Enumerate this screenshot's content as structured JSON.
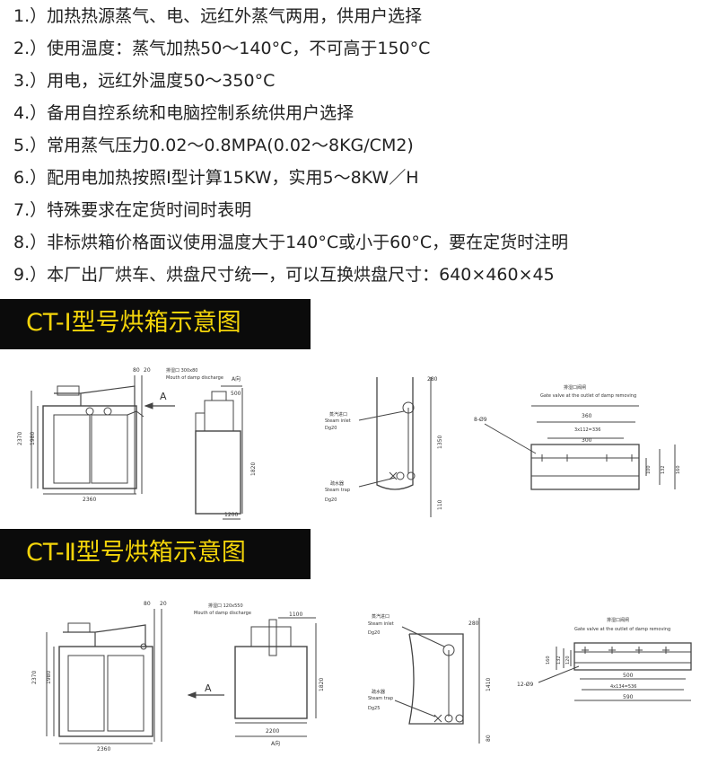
{
  "specs": [
    "1.）加热热源蒸气、电、远红外蒸气两用，供用户选择",
    "2.）使用温度：蒸气加热50～140°C，不可高于150°C",
    "3.）用电，远红外温度50～350°C",
    "4.）备用自控系统和电脑控制系统供用户选择",
    "5.）常用蒸气压力0.02～0.8MPA(0.02～8KG/CM2)",
    "6.）配用电加热按照I型计算15KW，实用5～8KW／H",
    "7.）特殊要求在定货时间时表明",
    "8.）非标烘箱价格面议使用温度大于140°C或小于60°C，要在定货时注明",
    "9.）本厂出厂烘车、烘盘尺寸统一，可以互换烘盘尺寸：640×460×45"
  ],
  "sections": [
    {
      "title": "CT-Ⅰ型号烘箱示意图",
      "labels": {
        "arrow": "A",
        "dim_top_a": "80",
        "dim_top_b": "20",
        "height_total": "2370",
        "height_body": "1980",
        "width_base": "2360",
        "vent_label": "排湿口 300x80",
        "vent_label_en": "Mouth of damp discharge",
        "view_a": "A向",
        "side_top_width": "500",
        "side_height": "1820",
        "side_width": "1200",
        "dim_280": "280",
        "steam_inlet": "蒸汽进口",
        "steam_inlet_en": "Steam inlet",
        "steam_inlet_dg": "Dg20",
        "trap": "疏水器",
        "trap_en": "Steam trap",
        "trap_dg": "Dg20",
        "dim_1350": "1350",
        "dim_110": "110",
        "gate_title": "排湿口阀闸",
        "gate_title_en": "Gate valve at the outlet of damp removing",
        "dim_360": "360",
        "dim_3x112": "3x112=336",
        "dim_300": "300",
        "holes": "8-Ø9",
        "dim_100": "100",
        "dim_132": "132",
        "dim_160": "160"
      }
    },
    {
      "title": "CT-Ⅱ型号烘箱示意图",
      "labels": {
        "arrow": "A",
        "dim_top_a": "80",
        "dim_top_b": "20",
        "height_total": "2370",
        "height_body": "1980",
        "width_base": "2360",
        "vent_label": "排湿口 120x550",
        "vent_label_en": "Mouth of damp discharge",
        "side_top_width": "1100",
        "side_height": "1820",
        "side_width": "2200",
        "view_a": "A向",
        "steam_inlet": "蒸汽进口",
        "steam_inlet_en": "Steam inlet",
        "steam_inlet_dg": "Dg20",
        "trap": "疏水器",
        "trap_en": "Steam trap",
        "trap_dg": "Dg25",
        "dim_280": "280",
        "dim_1410": "1410",
        "dim_80": "80",
        "gate_title": "排湿口阀闸",
        "gate_title_en": "Gate valve at the outlet of damp removing",
        "dim_160": "160",
        "dim_132": "132",
        "dim_120": "120",
        "holes": "12-Ø9",
        "dim_500": "500",
        "dim_4x134": "4x134=536",
        "dim_590": "590"
      }
    }
  ]
}
